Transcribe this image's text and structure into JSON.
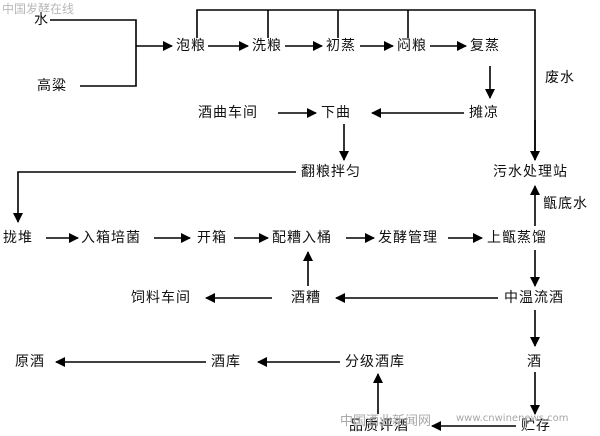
{
  "watermarks": {
    "top": "中国发酵在线",
    "bottom_cn": "中国酒业新闻网",
    "bottom_url": "www.cnwinenews.com"
  },
  "nodes": {
    "shui": "水",
    "gaoliang": "高粱",
    "paoliang": "泡粮",
    "xiliang": "洗粮",
    "chuzheng": "初蒸",
    "menliang": "闷粮",
    "fuzheng": "复蒸",
    "feishui": "废水",
    "tanliang": "摊凉",
    "xiaqu": "下曲",
    "jiuquchejian": "酒曲车间",
    "fanliangbanyun": "翻粮拌匀",
    "wushuichulizhan": "污水处理站",
    "zengdishui": "甑底水",
    "duidui": "拢堆",
    "ruxiangpeijun": "入箱培菌",
    "kaixiang": "开箱",
    "peizaorutong": "配糟入桶",
    "fajiaoguanli": "发酵管理",
    "shangzengzhengliu": "上甑蒸馏",
    "zhongwenliujiu": "中温流酒",
    "jiuzao": "酒糟",
    "siliaochejian": "饲料车间",
    "jiu": "酒",
    "fenjijiuku": "分级酒库",
    "jiuku": "酒库",
    "yuanjiu": "原酒",
    "zhuibei": "贮存",
    "kanyanzhi": "品质评酒"
  }
}
